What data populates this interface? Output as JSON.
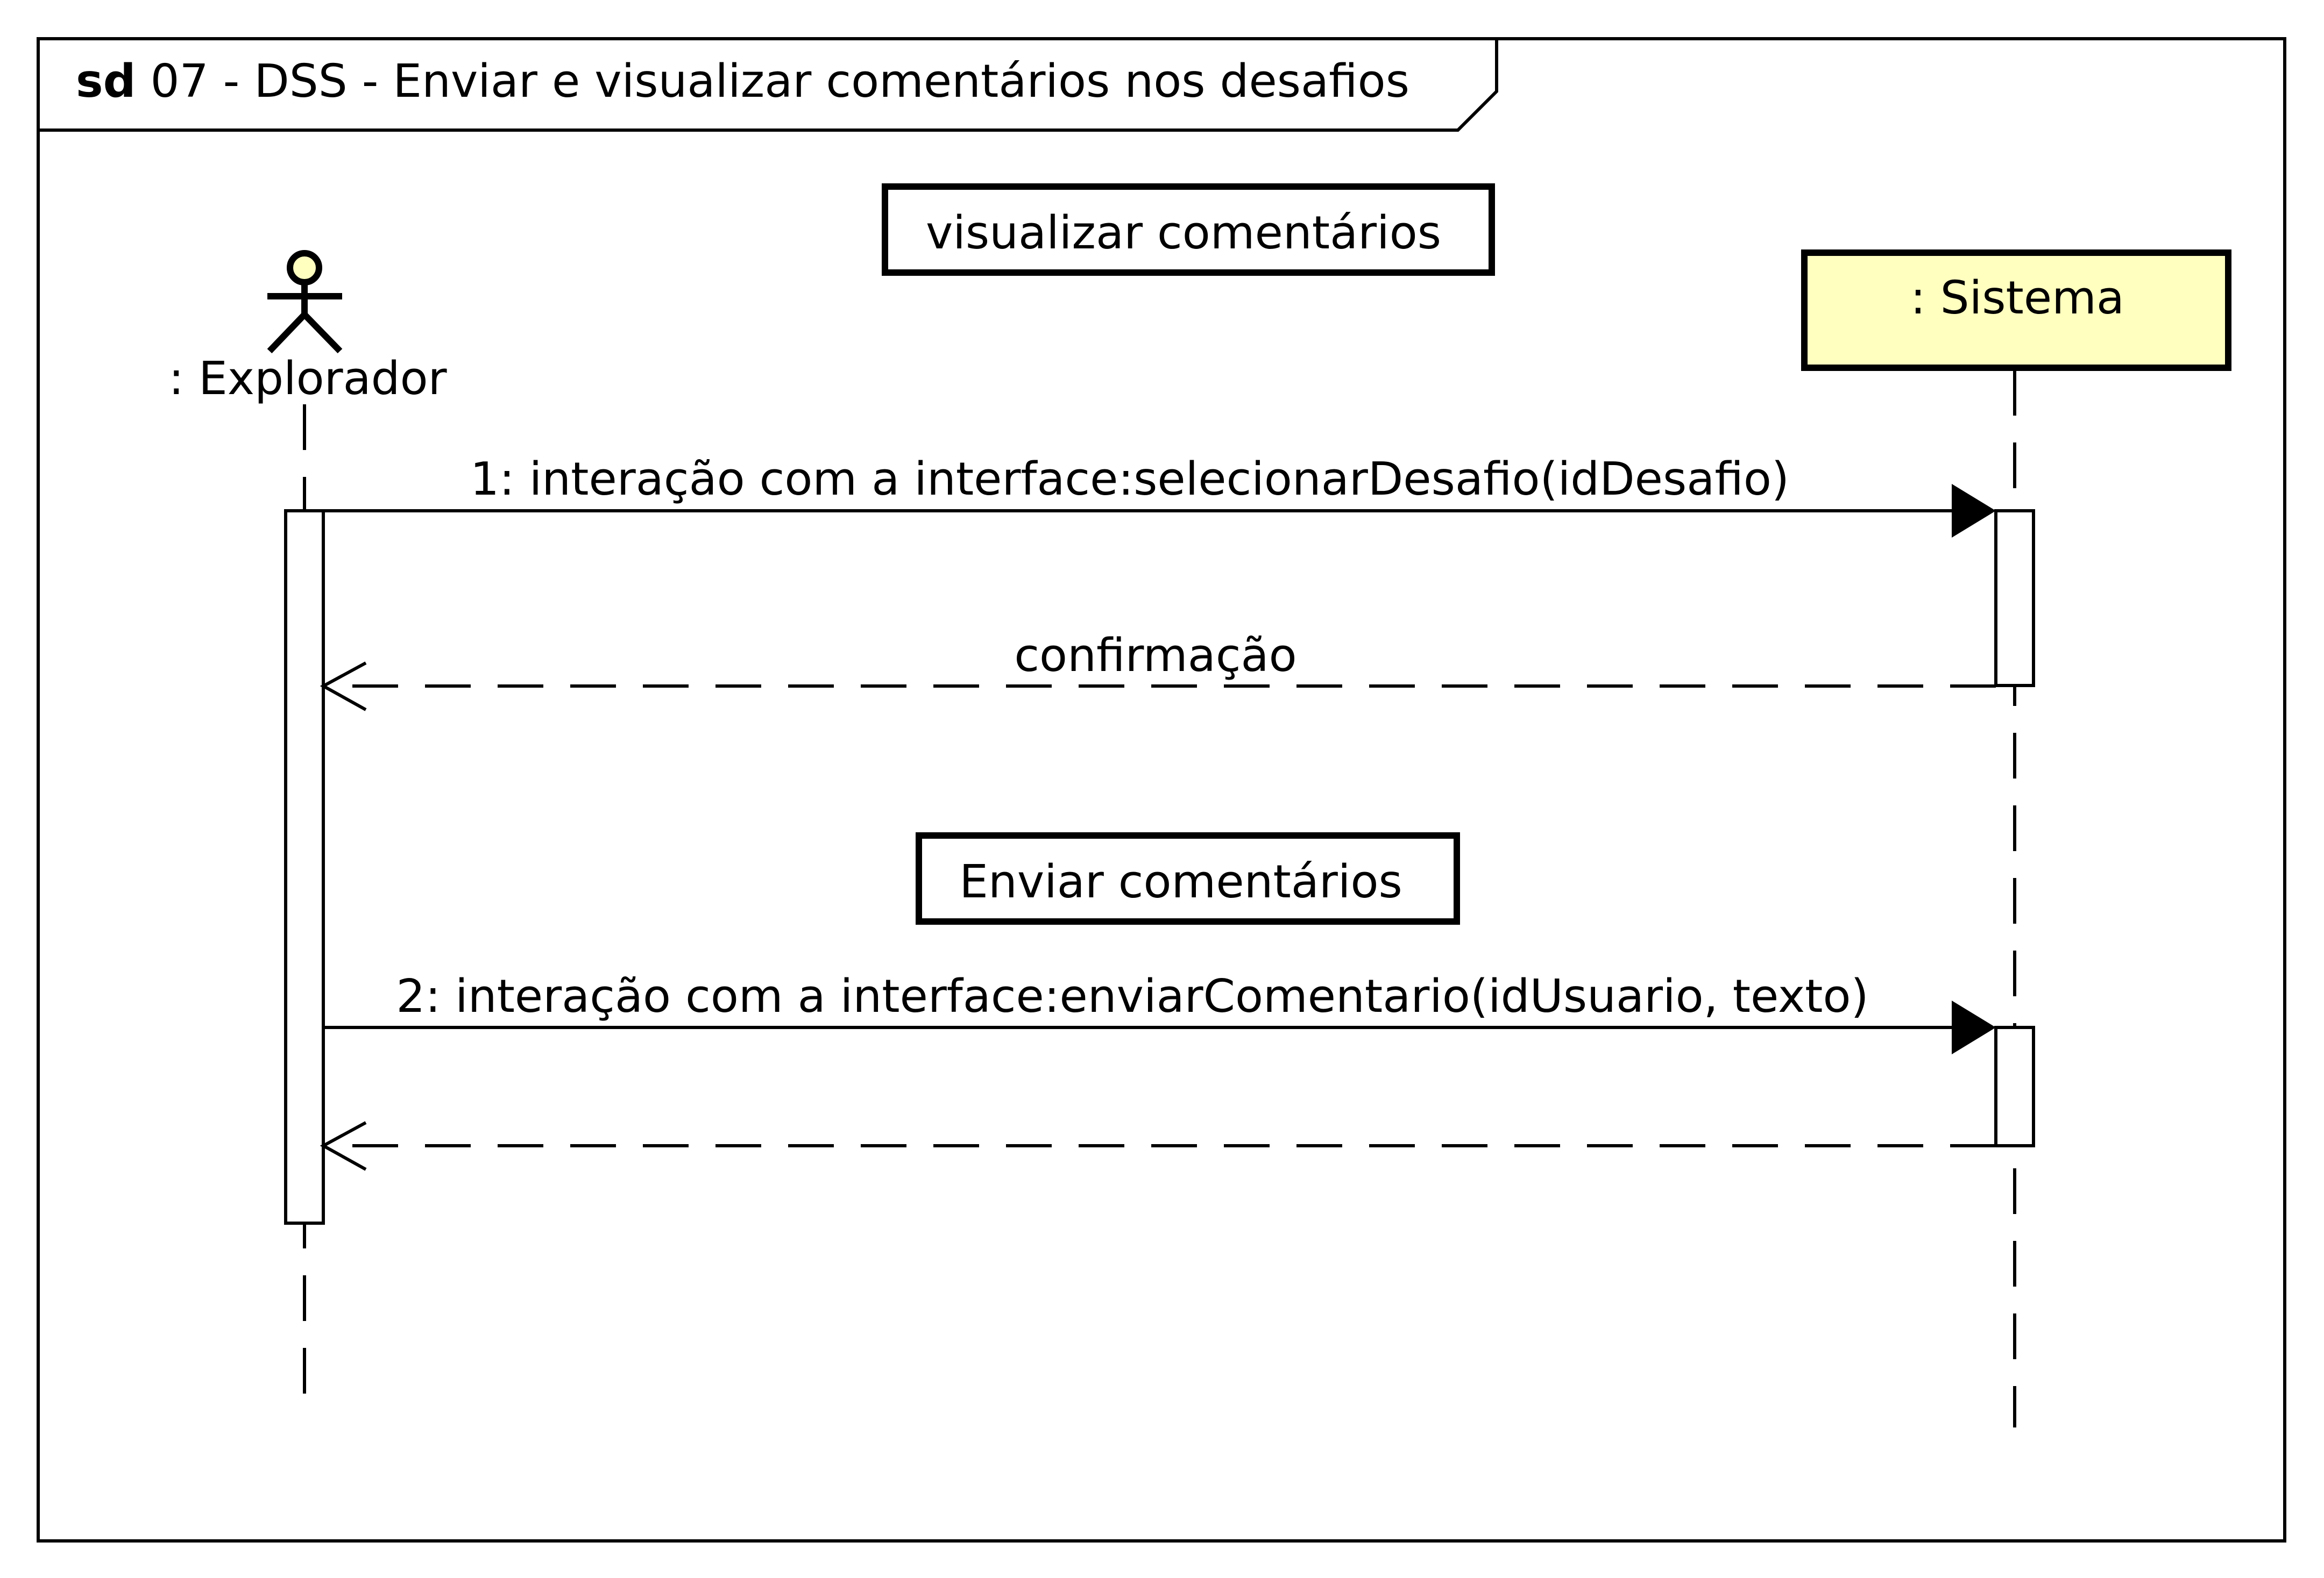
{
  "frame": {
    "keyword": "sd",
    "title": "07 - DSS - Enviar e visualizar comentários nos desafios"
  },
  "notes": [
    "visualizar comentários",
    "Enviar comentários"
  ],
  "lifelines": {
    "actor": {
      "label": ": Explorador",
      "icon": "stick-figure-icon"
    },
    "system": {
      "label": ": Sistema",
      "fill": "#ffffc0"
    }
  },
  "messages": [
    {
      "label": "1: interação com a interface:selecionarDesafio(idDesafio)",
      "type": "synchronous-call"
    },
    {
      "label": "confirmação",
      "type": "return"
    },
    {
      "label": "2: interação com a interface:enviarComentario(idUsuario, texto)",
      "type": "synchronous-call"
    },
    {
      "label": "",
      "type": "return"
    }
  ]
}
